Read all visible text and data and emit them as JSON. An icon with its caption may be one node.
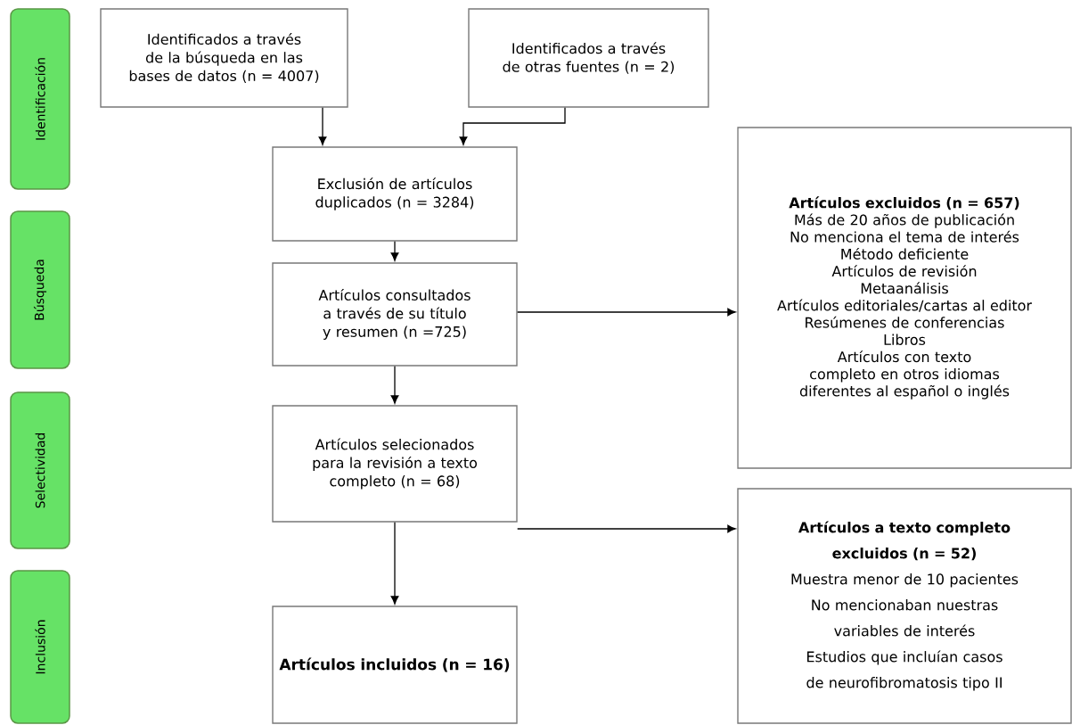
{
  "diagram": {
    "nodes": [
      {
        "text": [
          "Identificación"
        ]
      },
      {
        "text": [
          "Búsqueda"
        ]
      },
      {
        "text": [
          "Selectividad"
        ]
      },
      {
        "text": [
          "Inclusión"
        ]
      },
      {
        "text": [
          "Identificados a través de la búsqueda en las bases de datos (n = 4007)"
        ]
      },
      {
        "text": [
          "Identificados a través de otras fuentes (n = 2)"
        ]
      },
      {
        "text": [
          "Exclusión de artículos duplicados (n = 3284)"
        ]
      },
      {
        "text": [
          "Artículos consultados a través de su título y resumen (n =725)"
        ]
      },
      {
        "text": [
          "Artículos selecionados para la revisión a texto completo (n = 68)"
        ]
      },
      {
        "text": [
          "Artículos incluidos (n = 16)"
        ]
      },
      {
        "text": [
          "Artículos excluidos (n = 657)",
          "Más de 20 años de publicación",
          "No menciona el tema de interés",
          "Método deficiente",
          "Artículos de revisión",
          "Metaanálisis",
          "Artículos editoriales/cartas al editor",
          "Resúmenes de conferencias",
          "Libros",
          "Artículos con texto completo en otros idiomas diferentes al español o inglés"
        ]
      },
      {
        "text": [
          "Artículos a texto completo excluidos (n = 52)",
          "Muestra menor de 10 pacientes",
          "No mencionaban nuestras variables de interés",
          "Estudios que incluían casos de neurofibromatosis tipo II"
        ]
      }
    ],
    "edges": [
      {
        "from": 4,
        "to": 6,
        "arrow": "to"
      },
      {
        "from": 5,
        "to": 6,
        "arrow": "to"
      },
      {
        "from": 6,
        "to": 7,
        "arrow": "to"
      },
      {
        "from": 7,
        "to": 8,
        "arrow": "to"
      },
      {
        "from": 8,
        "to": 9,
        "arrow": "to"
      },
      {
        "from": 7,
        "to": 10,
        "arrow": "to"
      },
      {
        "from": 8,
        "to": 11,
        "arrow": "to"
      }
    ]
  }
}
